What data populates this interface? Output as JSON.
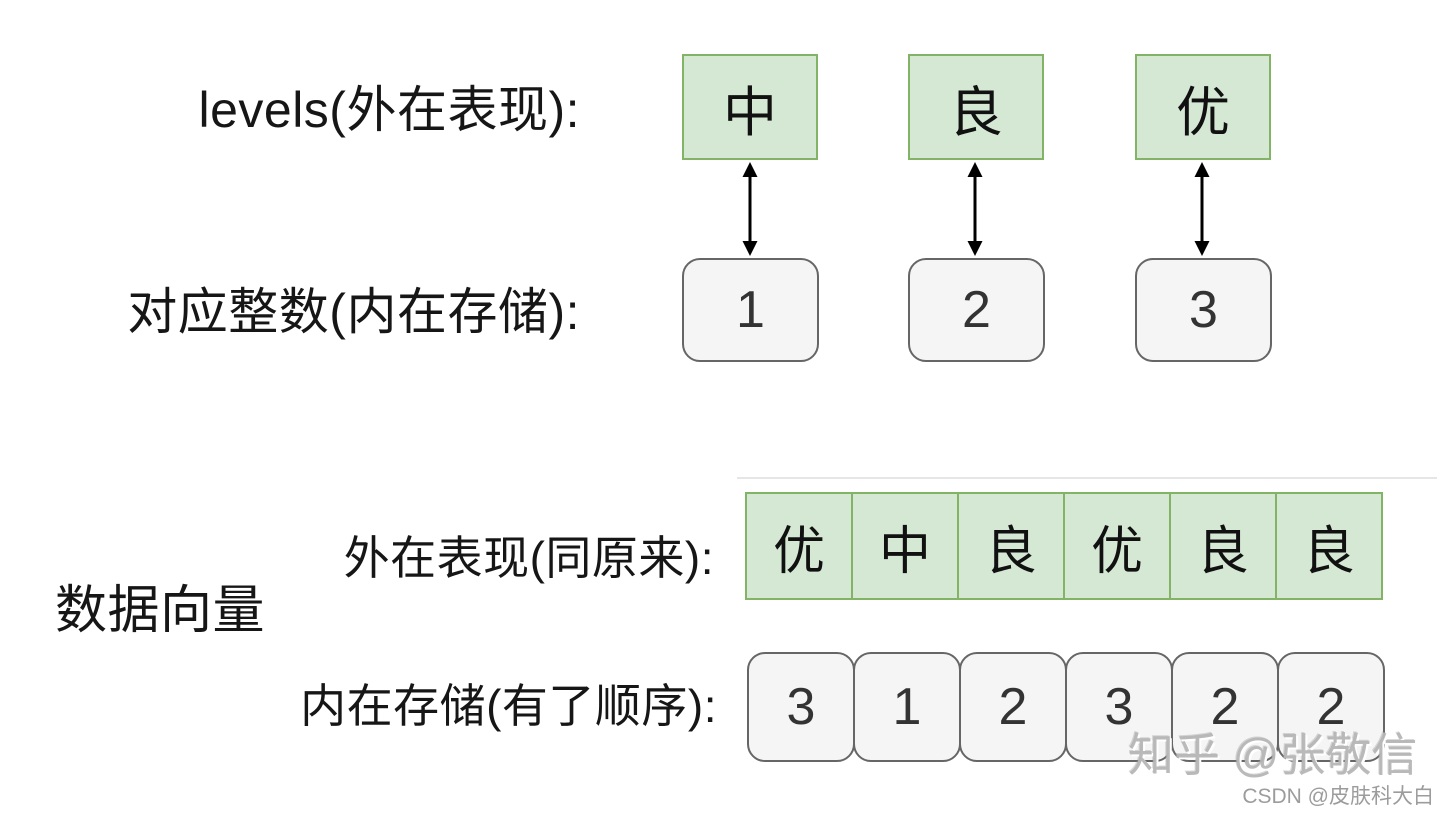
{
  "top_section": {
    "levels_label": "levels(外在表现):",
    "integers_label": "对应整数(内在存储):",
    "levels": [
      "中",
      "良",
      "优"
    ],
    "integers": [
      "1",
      "2",
      "3"
    ]
  },
  "bottom_section": {
    "section_label": "数据向量",
    "appearance_label": "外在表现(同原来):",
    "storage_label": "内在存储(有了顺序):",
    "appearance_values": [
      "优",
      "中",
      "良",
      "优",
      "良",
      "良"
    ],
    "storage_values": [
      "3",
      "1",
      "2",
      "3",
      "2",
      "2"
    ]
  },
  "watermarks": {
    "zhihu": "知乎 @张敬信",
    "csdn": "CSDN @皮肤科大白"
  },
  "colors": {
    "level_fill": "#d5e8d4",
    "level_border": "#82b366",
    "integer_fill": "#f5f5f5",
    "integer_border": "#666666",
    "text": "#1a1a1a",
    "arrow": "#000000",
    "watermark_zhihu": "#b6b6b6",
    "watermark_csdn": "#9c9c9c"
  }
}
